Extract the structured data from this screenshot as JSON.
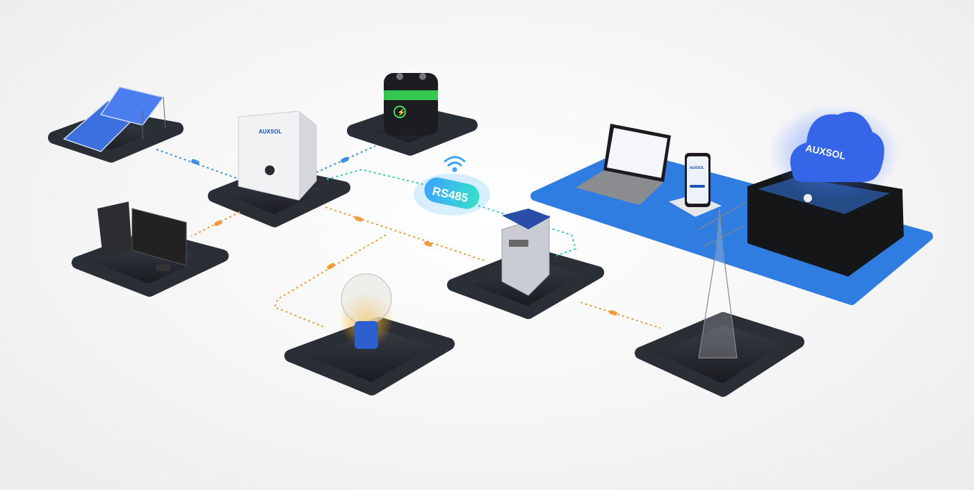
{
  "diagram": {
    "inverter_brand": "AUXSOL",
    "cloud_brand": "AUXSOL",
    "phone_brand": "AUXSOL",
    "protocol_badge": "RS485"
  },
  "colors": {
    "dc_link": "#3d8fe6",
    "ac_link": "#f39a3a",
    "comm_link": "#2fcfb8",
    "platform": "#1f2228",
    "cloud_board": "#2f7de0",
    "battery_glow": "#39e65a"
  },
  "icons": [
    "solar-panel-icon",
    "inverter-icon",
    "battery-icon",
    "computer-icon",
    "light-bulb-icon",
    "smart-meter-icon",
    "transmission-tower-icon",
    "laptop-icon",
    "phone-icon",
    "cloud-icon",
    "wifi-icon"
  ]
}
